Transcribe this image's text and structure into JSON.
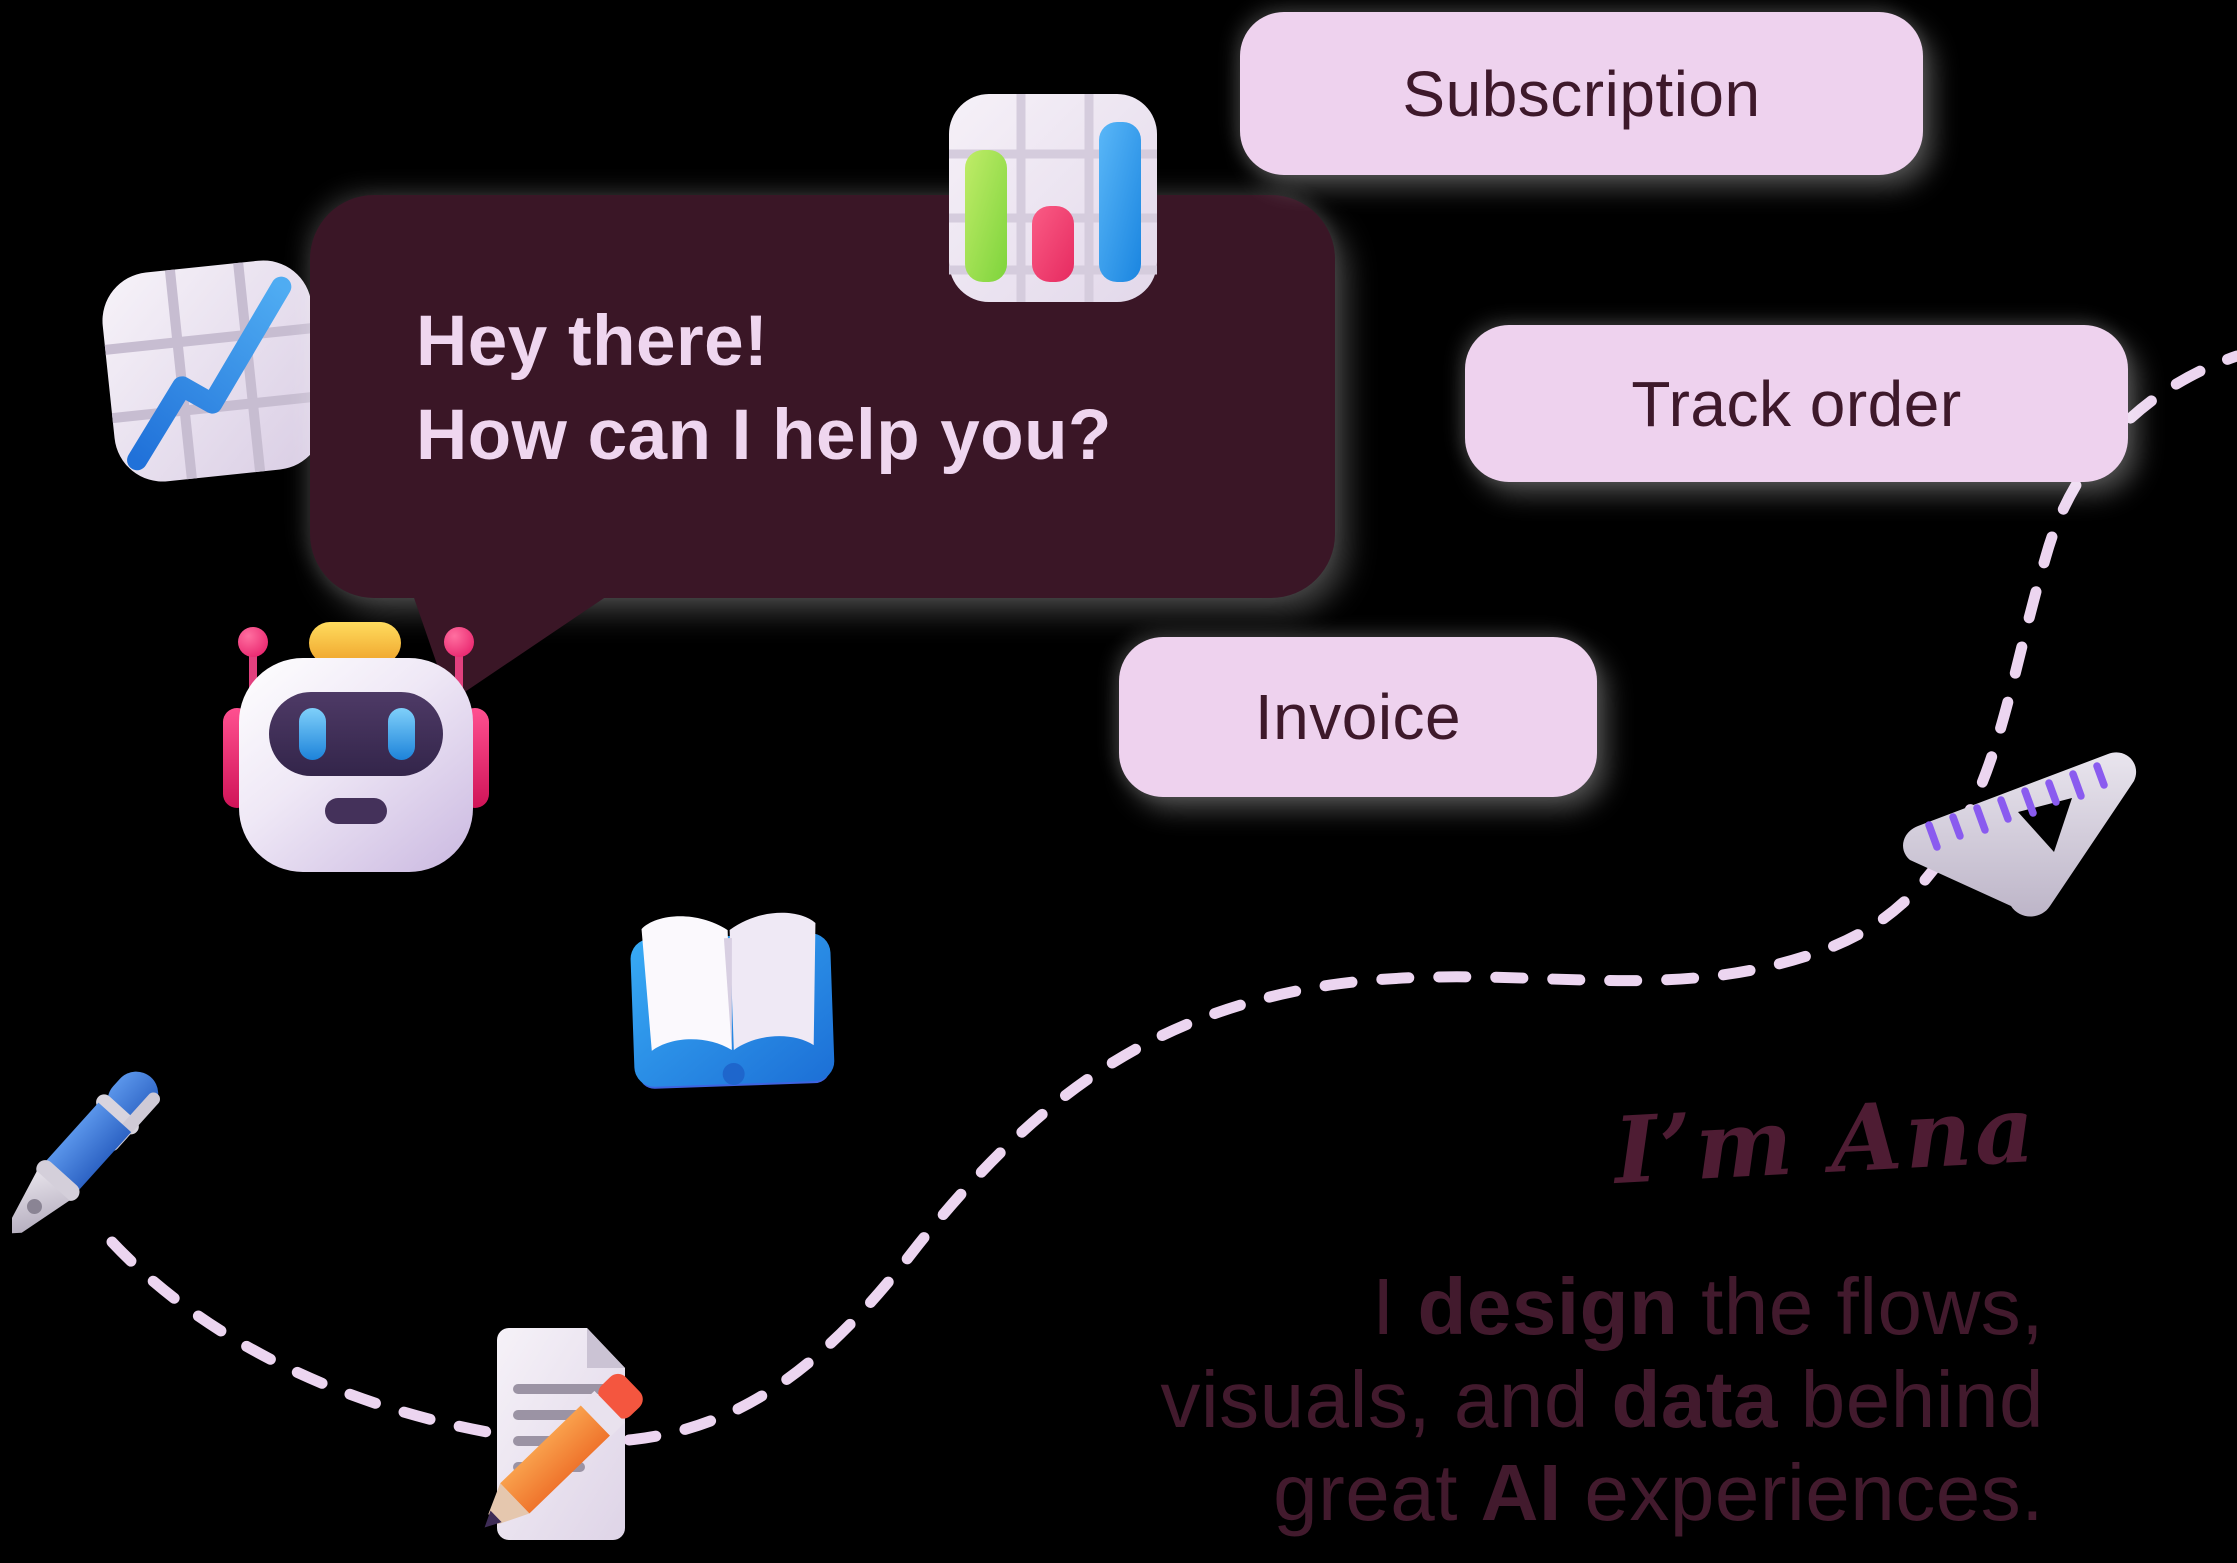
{
  "chat": {
    "line1": "Hey there!",
    "line2": "How can I help you?"
  },
  "quick_replies": [
    {
      "label": "Subscription"
    },
    {
      "label": "Track order"
    },
    {
      "label": "Invoice"
    }
  ],
  "intro": {
    "greeting": "I’m Ana",
    "line1_pre": "I ",
    "line1_bold": "design",
    "line1_post": " the flows,",
    "line2_pre": "visuals, and ",
    "line2_bold": "data",
    "line2_post": " behind",
    "line3_pre": "great ",
    "line3_bold": "AI",
    "line3_post": " experiences."
  },
  "icons": [
    "line-chart-icon",
    "bar-chart-icon",
    "robot-icon",
    "open-book-icon",
    "fountain-pen-icon",
    "document-pencil-icon",
    "triangle-ruler-icon"
  ],
  "colors": {
    "bg": "#000000",
    "bubble_bg": "#3a1626",
    "bubble_text": "#efd6ef",
    "pill_bg": "#eed2ee",
    "pill_text": "#3e192b",
    "dash": "#ecd5f0",
    "greeting_text": "#4e1c33",
    "intro_text": "#421a2d",
    "accent_blue": "#2f9bed",
    "accent_green": "#8fd946",
    "accent_pink": "#f23f6f",
    "accent_purple": "#8a5bef",
    "accent_orange": "#f68a3c"
  }
}
